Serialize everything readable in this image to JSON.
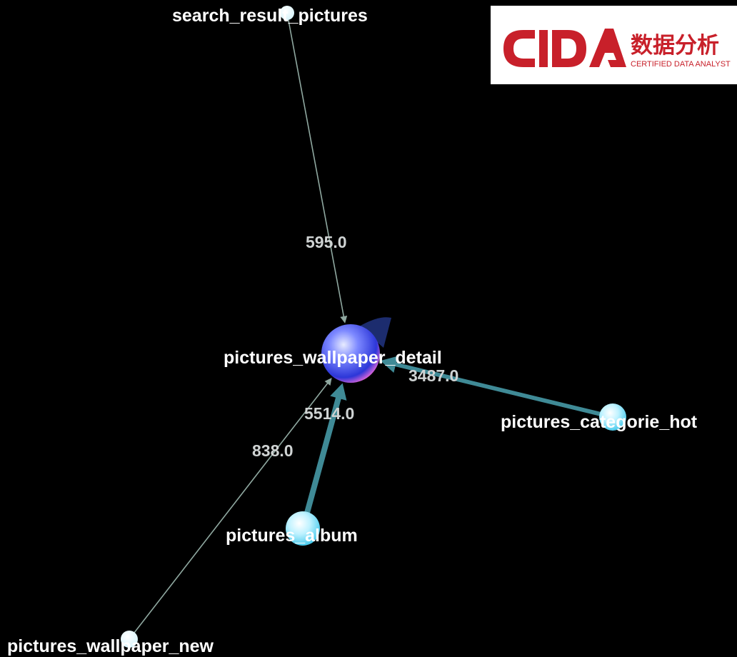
{
  "graph": {
    "nodes": [
      {
        "id": "n_detail",
        "label": "pictures_wallpaper_detail",
        "kind": "hub"
      },
      {
        "id": "n_search",
        "label": "search_result_pictures",
        "kind": "leaf"
      },
      {
        "id": "n_hot",
        "label": "pictures_categorie_hot",
        "kind": "source"
      },
      {
        "id": "n_album",
        "label": "pictures_album",
        "kind": "source"
      },
      {
        "id": "n_new",
        "label": "pictures_wallpaper_new",
        "kind": "leaf"
      }
    ],
    "edges": [
      {
        "from": "n_search",
        "to": "n_detail",
        "label": "595.0",
        "weight": 595
      },
      {
        "from": "n_hot",
        "to": "n_detail",
        "label": "3487.0",
        "weight": 3487
      },
      {
        "from": "n_album",
        "to": "n_detail",
        "label": "5514.0",
        "weight": 5514
      },
      {
        "from": "n_new",
        "to": "n_detail",
        "label": "838.0",
        "weight": 838
      },
      {
        "from": "n_detail",
        "to": "n_detail",
        "label": "",
        "weight": 0
      }
    ]
  },
  "logo": {
    "brand_letters": "CDA",
    "cn_text": "数据分析",
    "en_text": "CERTIFIED DATA ANALYST"
  },
  "colors": {
    "background": "#000000",
    "thin_edge": "#8fa8a0",
    "thick_edge": "#3f8a96",
    "self_loop": "#1c2c6e",
    "brand_red": "#c8202a"
  }
}
